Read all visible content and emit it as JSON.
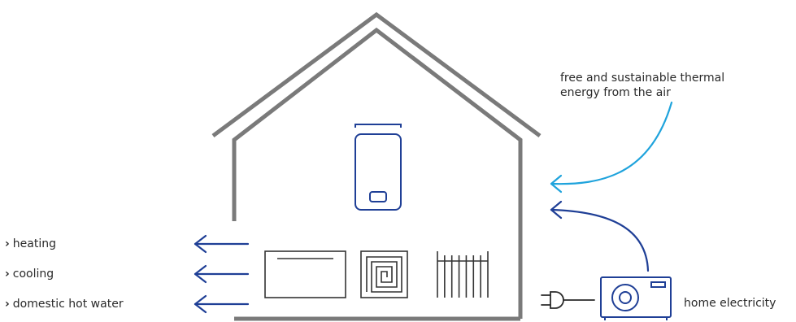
{
  "outputs": {
    "heating": "heating",
    "cooling": "cooling",
    "hot_water": "domestic hot water"
  },
  "labels": {
    "air_energy_line1": "free and sustainable thermal",
    "air_energy_line2": "energy from the air",
    "home_electricity": "home electricity"
  },
  "colors": {
    "house": "#7a7a7a",
    "navy": "#1f3f96",
    "light_blue": "#1fa3dc",
    "text": "#2a2a2a"
  }
}
